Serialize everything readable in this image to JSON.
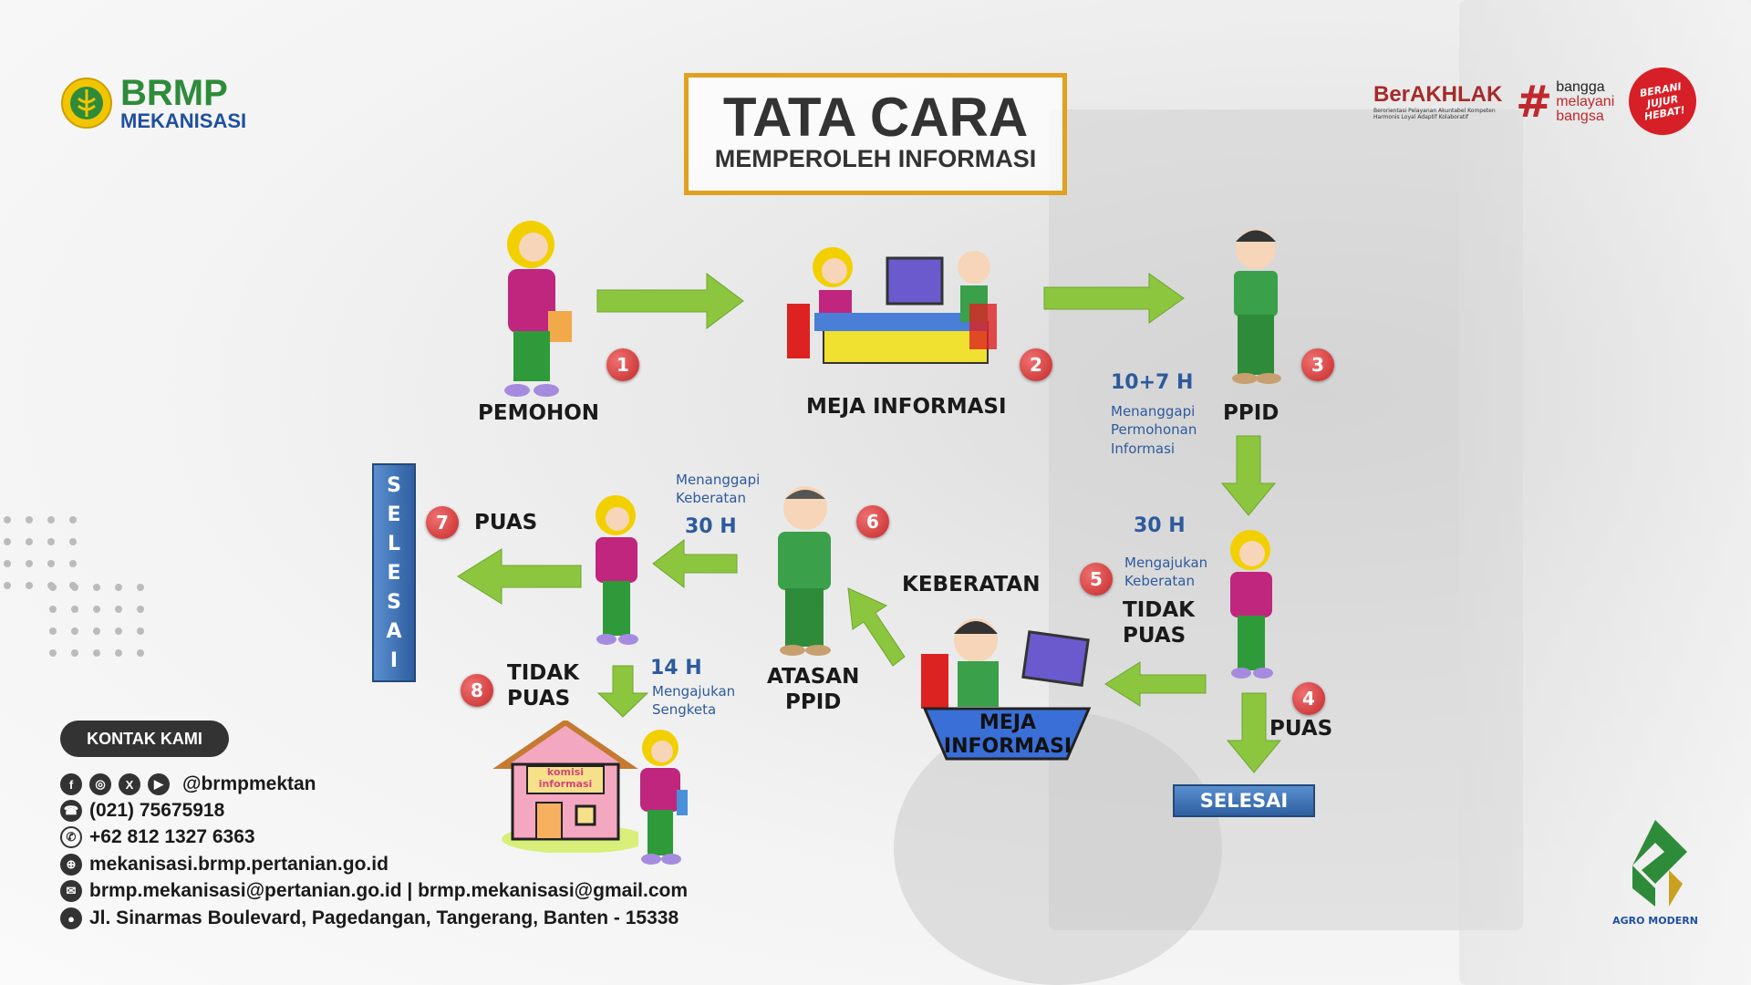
{
  "logo": {
    "line1": "BRMP",
    "line2": "MEKANISASI"
  },
  "title": {
    "main": "TATA CARA",
    "sub": "MEMPEROLEH INFORMASI"
  },
  "partner_logos": {
    "berakhlak": "BerAKHLAK",
    "berakhlak_tagline": "Berorientasi Pelayanan Akuntabel Kompeten Harmonis Loyal Adaptif Kolaboratif",
    "bangga": [
      "bangga",
      "melayani",
      "bangsa"
    ],
    "berani": "BERANI JUJUR HEBAT!"
  },
  "flow": {
    "pemohon": "PEMOHON",
    "meja_informasi": "MEJA INFORMASI",
    "ppid": "PPID",
    "step3_days": "10+7 H",
    "step3_desc": [
      "Menanggapi",
      "Permohonan",
      "Informasi"
    ],
    "step5_days": "30 H",
    "step5_desc": [
      "Mengajukan",
      "Keberatan"
    ],
    "tidak_puas_1": [
      "TIDAK",
      "PUAS"
    ],
    "puas_4": "PUAS",
    "selesai_h": "SELESAI",
    "keberatan": "KEBERATAN",
    "meja_informasi_2": [
      "MEJA",
      "INFORMASI"
    ],
    "atasan_ppid": [
      "ATASAN",
      "PPID"
    ],
    "step6_desc": [
      "Menanggapi",
      "Keberatan"
    ],
    "step6_days": "30 H",
    "puas_7": "PUAS",
    "selesai_v": [
      "S",
      "E",
      "L",
      "E",
      "S",
      "A",
      "I"
    ],
    "tidak_puas_8": [
      "TIDAK",
      "PUAS"
    ],
    "step8_days": "14 H",
    "step8_desc": [
      "Mengajukan",
      "Sengketa"
    ],
    "komisi": [
      "komisi",
      "informasi"
    ],
    "badges": [
      "1",
      "2",
      "3",
      "4",
      "5",
      "6",
      "7",
      "8"
    ]
  },
  "contact": {
    "title": "KONTAK KAMI",
    "social": "@brmpmektan",
    "phone": "(021) 75675918",
    "whatsapp": "+62 812 1327 6363",
    "website": "mekanisasi.brmp.pertanian.go.id",
    "email": "brmp.mekanisasi@pertanian.go.id | brmp.mekanisasi@gmail.com",
    "address": "Jl. Sinarmas Boulevard, Pagedangan, Tangerang, Banten - 15338"
  },
  "agro": "AGRO MODERN",
  "colors": {
    "arrow": "#8cc63f",
    "badge": "#d63b3b",
    "blue_text": "#2d5a9c",
    "title_border": "#e0a020",
    "selesai": "#3a6fb0"
  }
}
